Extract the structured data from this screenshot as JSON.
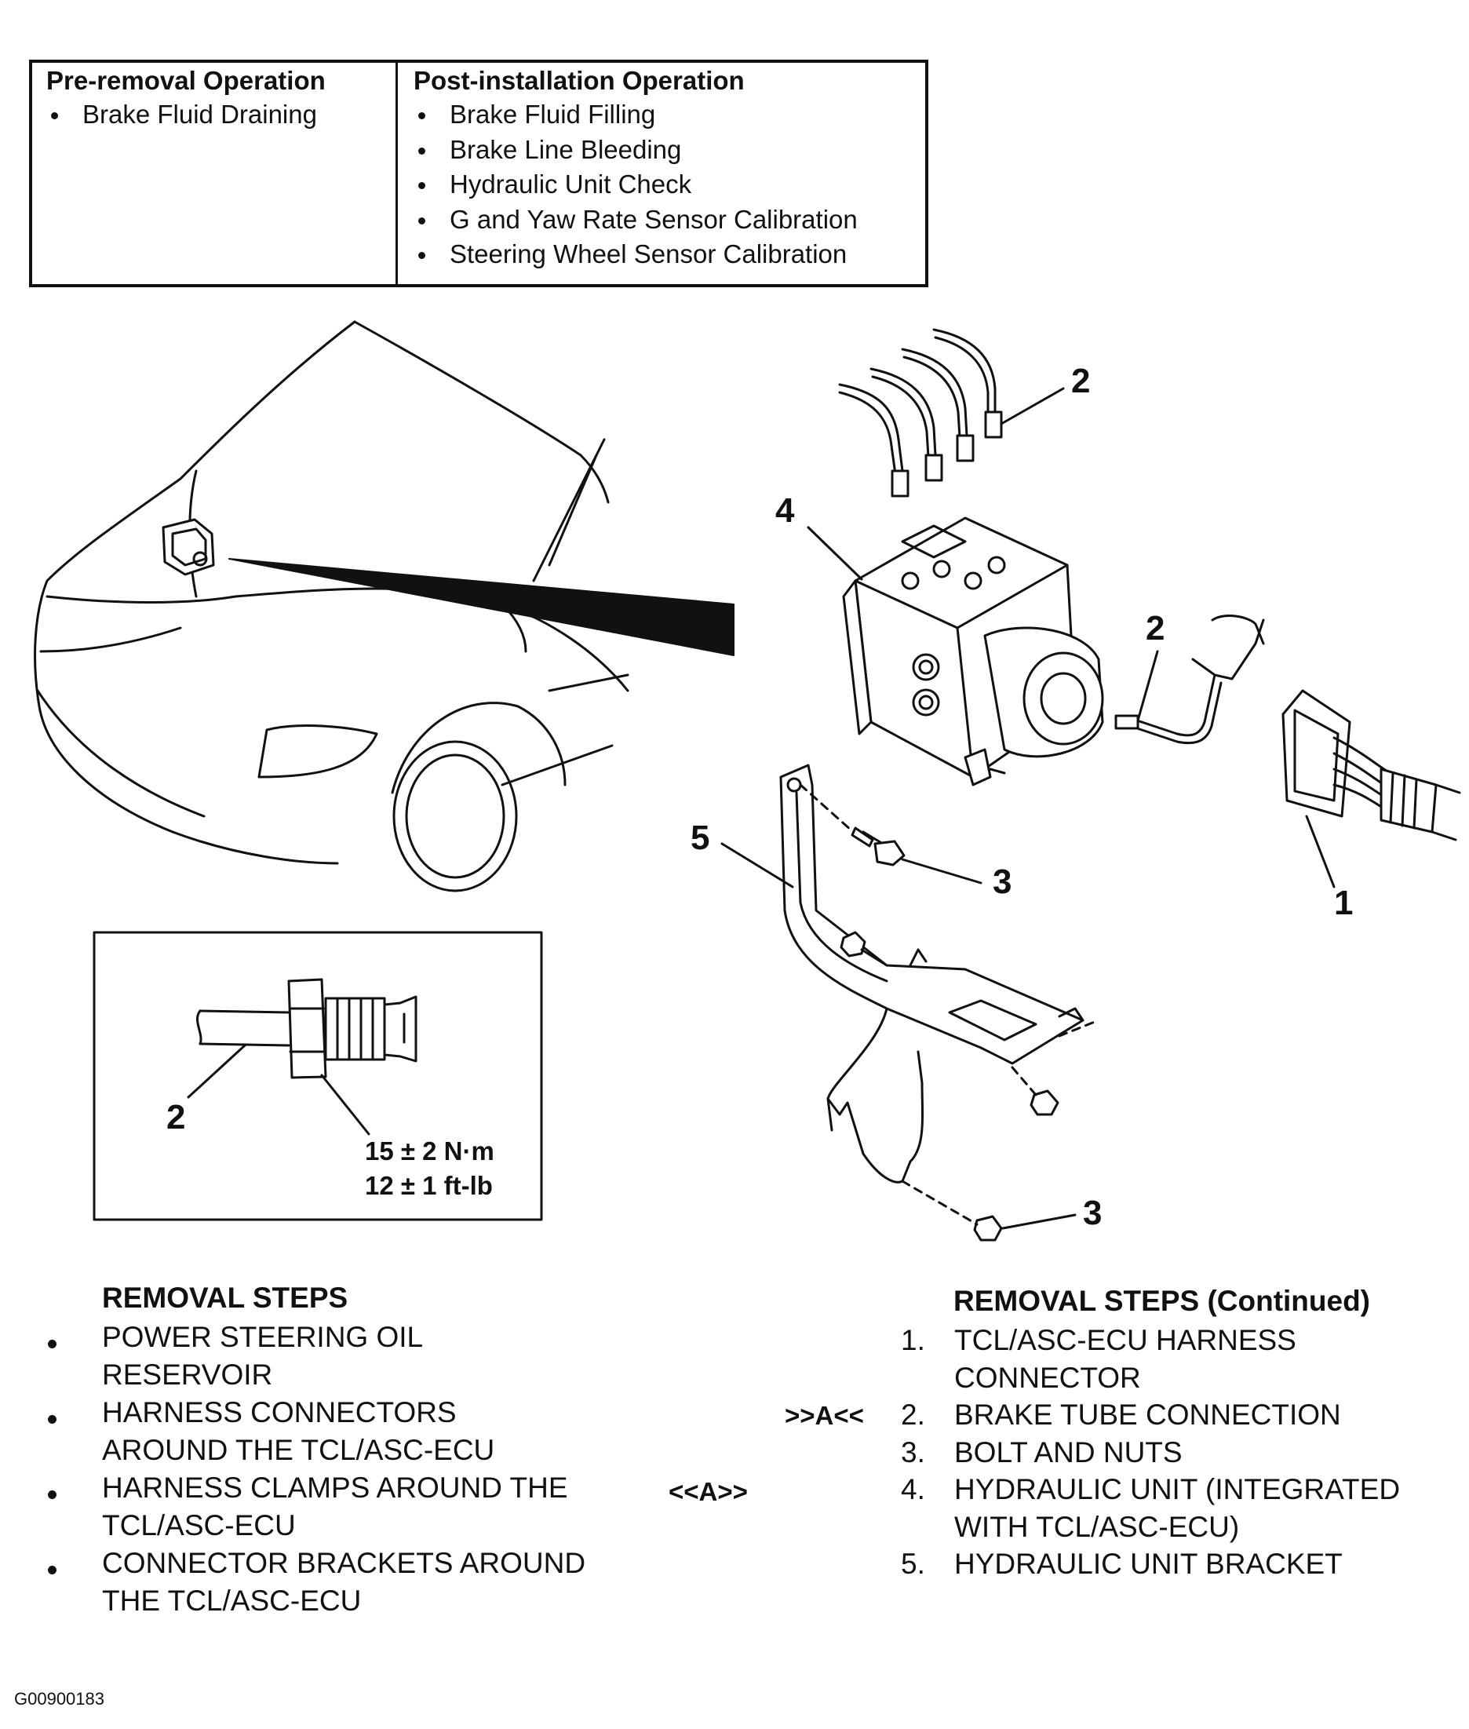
{
  "table": {
    "pre_header": "Pre-removal Operation",
    "pre_items": [
      "Brake Fluid Draining"
    ],
    "post_header": "Post-installation Operation",
    "post_items": [
      "Brake Fluid Filling",
      "Brake Line Bleeding",
      "Hydraulic Unit Check",
      "G and Yaw Rate Sensor Calibration",
      "Steering Wheel Sensor Calibration"
    ]
  },
  "diagram": {
    "callouts": {
      "c1": "1",
      "c2_top": "2",
      "c2_mid": "2",
      "c2_detail": "2",
      "c3_top": "3",
      "c3_bottom": "3",
      "c4": "4",
      "c5": "5"
    },
    "torque_nm": "15 ± 2 N·m",
    "torque_ftlb": "12 ± 1 ft-lb"
  },
  "removal_left": {
    "title": "REMOVAL STEPS",
    "items": [
      {
        "line1": "POWER STEERING OIL",
        "line2": "RESERVOIR"
      },
      {
        "line1": "HARNESS CONNECTORS",
        "line2": "AROUND THE TCL/ASC-ECU"
      },
      {
        "line1": "HARNESS CLAMPS AROUND THE",
        "line2": "TCL/ASC-ECU"
      },
      {
        "line1": "CONNECTOR BRACKETS AROUND",
        "line2": "THE TCL/ASC-ECU"
      }
    ]
  },
  "removal_right": {
    "title": "REMOVAL STEPS (Continued)",
    "items": [
      {
        "num": "1.",
        "line1": "TCL/ASC-ECU HARNESS",
        "line2": "CONNECTOR"
      },
      {
        "num": "2.",
        "line1": "BRAKE TUBE CONNECTION",
        "line2": ""
      },
      {
        "num": "3.",
        "line1": "BOLT AND NUTS",
        "line2": ""
      },
      {
        "num": "4.",
        "line1": "HYDRAULIC UNIT (INTEGRATED",
        "line2": "WITH TCL/ASC-ECU)"
      },
      {
        "num": "5.",
        "line1": "HYDRAULIC UNIT BRACKET",
        "line2": ""
      }
    ]
  },
  "marks": {
    "install": ">>A<<",
    "remove": "<<A>>"
  },
  "figure_id": "G00900183"
}
